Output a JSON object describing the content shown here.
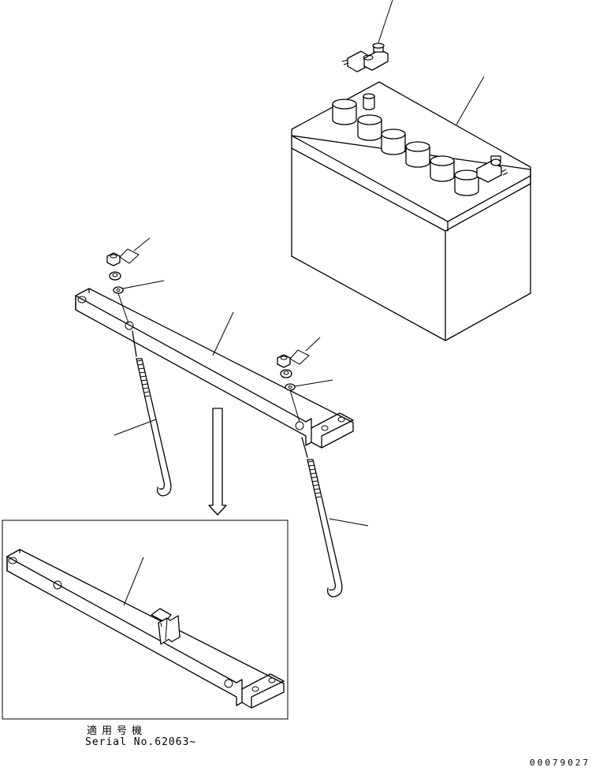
{
  "detail_box": {
    "applicability_label": "適用号機",
    "serial_label": "Serial No.62063~"
  },
  "drawing_code": "00079027"
}
